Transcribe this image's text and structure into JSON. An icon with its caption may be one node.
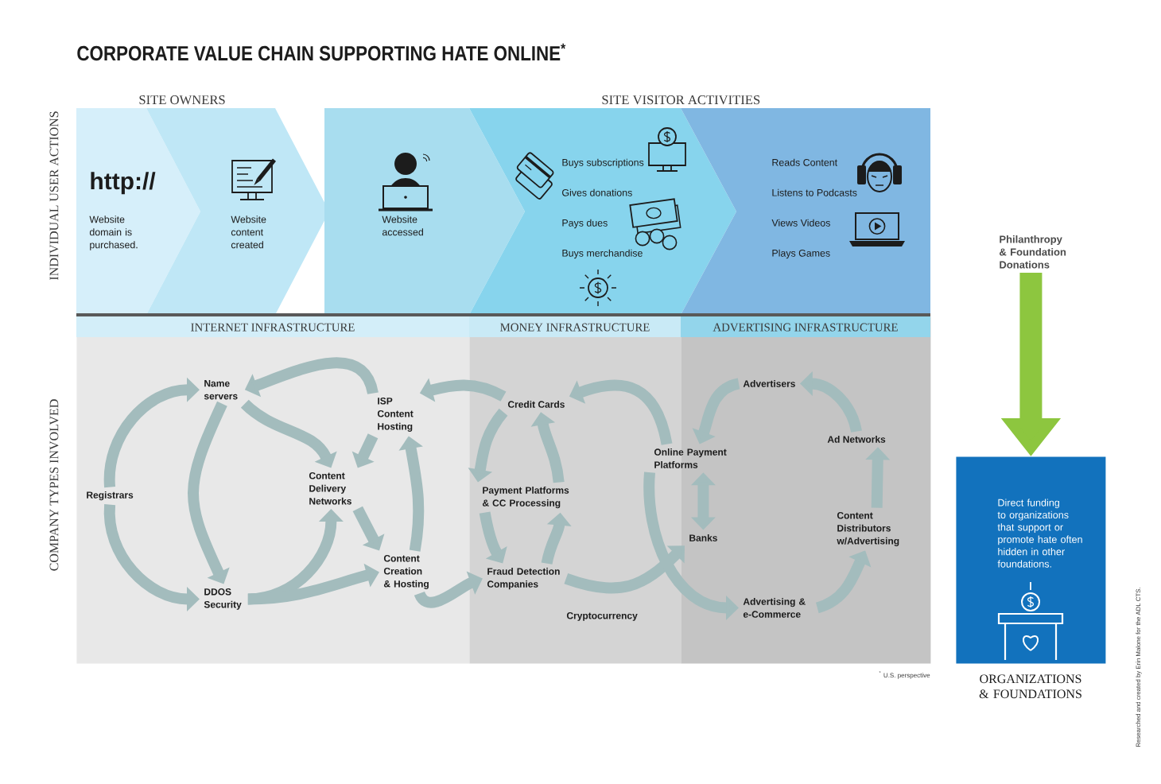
{
  "diagram": {
    "title": "CORPORATE VALUE CHAIN SUPPORTING HATE ONLINE$^{*}$",
    "nodes": [
      {
        "text": [
          "http://",
          "Website domain is purchased."
        ]
      },
      {
        "text": [
          "Website content created"
        ]
      },
      {
        "text": [
          "Website accessed"
        ]
      },
      {
        "text": [
          "Buys subscriptions",
          "Gives donations",
          "Pays dues",
          "Buys merchandise"
        ]
      },
      {
        "text": [
          "Reads Content",
          "Listens to Podcasts",
          "Views Videos",
          "Plays Games"
        ]
      },
      {
        "text": [
          "Philanthropy & Foundation Donations"
        ]
      },
      {
        "text": [
          "INTERNET INFRASTRUCTURE"
        ]
      },
      {
        "text": [
          "Name servers"
        ],
        "in": 6
      },
      {
        "text": [
          "ISP Content Hosting"
        ],
        "in": 6
      },
      {
        "text": [
          "Registrars"
        ],
        "in": 6
      },
      {
        "text": [
          "Content Delivery Networks"
        ],
        "in": 6
      },
      {
        "text": [
          "Content Creation & Hosting"
        ],
        "in": 6
      },
      {
        "text": [
          "DDOS Security"
        ],
        "in": 6
      },
      {
        "text": [
          "MONEY INFRASTRUCTURE"
        ]
      },
      {
        "text": [
          "Credit Cards"
        ],
        "in": 13
      },
      {
        "text": [
          "Payment Platforms & CC Processing"
        ],
        "in": 13
      },
      {
        "text": [
          "Fraud Detection Companies"
        ],
        "in": 13
      },
      {
        "text": [
          "Cryptocurrency"
        ],
        "in": 13
      },
      {
        "text": [
          "ADVERTISING INFRASTRUCTURE"
        ]
      },
      {
        "text": [
          "Advertisers"
        ],
        "in": 18
      },
      {
        "text": [
          "Ad Networks"
        ],
        "in": 18
      },
      {
        "text": [
          "Online Payment Platforms"
        ]
      },
      {
        "text": [
          "Content Distributors w/Advertising"
        ],
        "in": 18
      },
      {
        "text": [
          "Banks"
        ],
        "in": 18
      },
      {
        "text": [
          "Advertising & e-Commerce"
        ],
        "in": 18
      },
      {
        "text": [
          "Direct funding to organizations that support or promote hate often hidden in other foundations.",
          "ORGANIZATIONS & FOUNDATIONS"
        ]
      }
    ],
    "edges": [
      {
        "from": 9,
        "to": 7,
        "arrow": "to"
      },
      {
        "from": 9,
        "to": 12,
        "arrow": "to"
      },
      {
        "from": 7,
        "to": 12,
        "arrow": "to"
      },
      {
        "from": 8,
        "to": 7,
        "arrow": "to"
      },
      {
        "from": 7,
        "to": 10,
        "arrow": "to"
      },
      {
        "from": 8,
        "to": 10,
        "arrow": "to"
      },
      {
        "from": 10,
        "to": 11,
        "arrow": "to"
      },
      {
        "from": 12,
        "to": 10,
        "arrow": "to"
      },
      {
        "from": 12,
        "to": 11,
        "arrow": "to"
      },
      {
        "from": 11,
        "to": 8,
        "arrow": "to"
      },
      {
        "from": 14,
        "to": 8,
        "arrow": "to"
      },
      {
        "from": 21,
        "to": 14,
        "arrow": "to"
      },
      {
        "from": 14,
        "to": 15,
        "arrow": "to"
      },
      {
        "from": 15,
        "to": 14,
        "arrow": "to"
      },
      {
        "from": 15,
        "to": 16,
        "arrow": "to"
      },
      {
        "from": 16,
        "to": 15,
        "arrow": "to"
      },
      {
        "from": 11,
        "to": 16,
        "arrow": "to"
      },
      {
        "from": 16,
        "to": 23,
        "arrow": "to"
      },
      {
        "from": 21,
        "to": 23,
        "arrow": "both"
      },
      {
        "from": 21,
        "to": 24,
        "arrow": "to"
      },
      {
        "from": 24,
        "to": 22,
        "arrow": "to"
      },
      {
        "from": 22,
        "to": 20,
        "arrow": "to"
      },
      {
        "from": 20,
        "to": 19,
        "arrow": "to"
      },
      {
        "from": 19,
        "to": 21,
        "arrow": "to"
      },
      {
        "from": 5,
        "to": 25,
        "arrow": "to",
        "style": "thick",
        "color": "#8dc63f"
      }
    ],
    "labels": [
      "SITE OWNERS",
      "SITE VISITOR ACTIVITIES",
      "INDIVIDUAL USER ACTIONS",
      "COMPANY TYPES INVOLVED",
      "$^{*}$ U.S. perspective",
      "Researched and created by Erin Malone for the ADL CTS."
    ]
  }
}
